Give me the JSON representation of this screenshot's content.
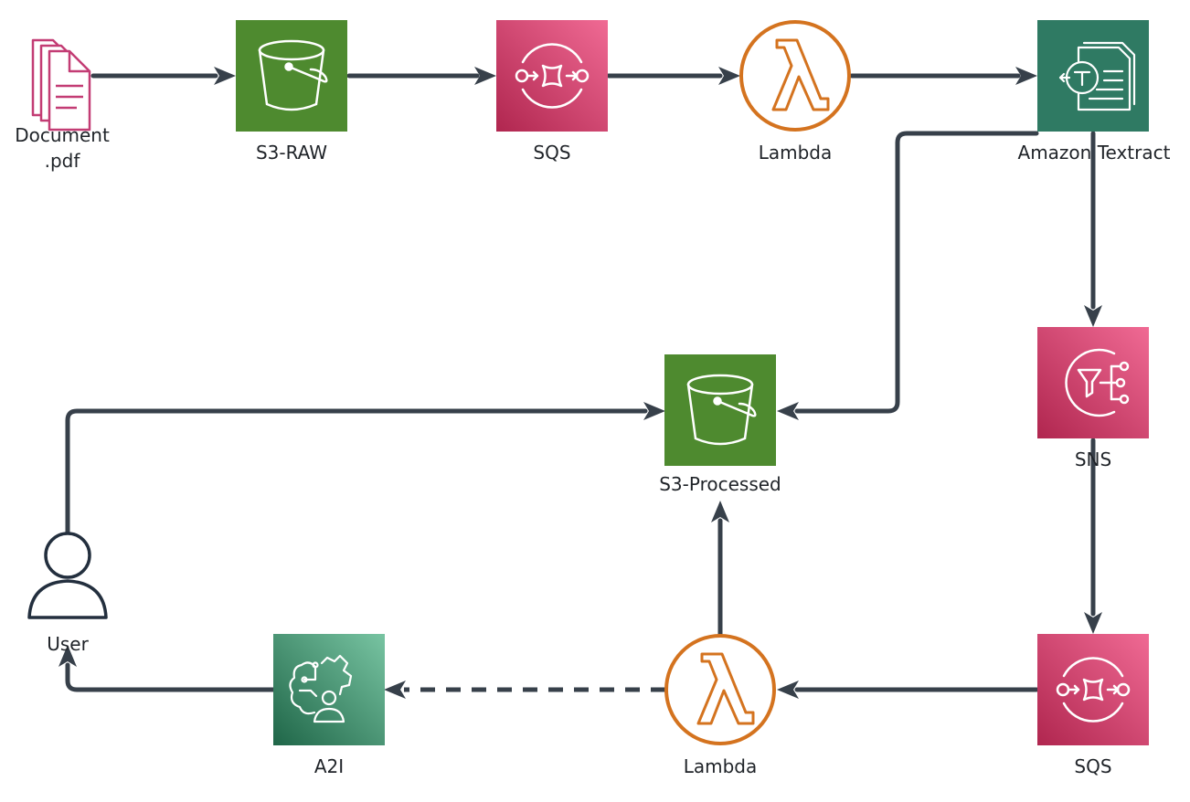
{
  "diagram": {
    "nodes": {
      "document": {
        "label": "Document\n.pdf",
        "icon": "document-stack-icon"
      },
      "s3_raw": {
        "label": "S3-RAW",
        "icon": "s3-bucket-icon"
      },
      "sqs_top": {
        "label": "SQS",
        "icon": "sqs-queue-icon"
      },
      "lambda_top": {
        "label": "Lambda",
        "icon": "lambda-icon"
      },
      "textract": {
        "label": "Amazon Textract",
        "icon": "textract-icon"
      },
      "sns": {
        "label": "SNS",
        "icon": "sns-icon"
      },
      "sqs_bottom": {
        "label": "SQS",
        "icon": "sqs-queue-icon"
      },
      "lambda_bottom": {
        "label": "Lambda",
        "icon": "lambda-icon"
      },
      "s3_processed": {
        "label": "S3-Processed",
        "icon": "s3-bucket-icon"
      },
      "a2i": {
        "label": "A2I",
        "icon": "a2i-icon"
      },
      "user": {
        "label": "User",
        "icon": "user-icon"
      }
    },
    "edges": [
      {
        "from": "document",
        "to": "s3_raw",
        "style": "solid"
      },
      {
        "from": "s3_raw",
        "to": "sqs_top",
        "style": "solid"
      },
      {
        "from": "sqs_top",
        "to": "lambda_top",
        "style": "solid"
      },
      {
        "from": "lambda_top",
        "to": "textract",
        "style": "solid"
      },
      {
        "from": "textract",
        "to": "sns",
        "style": "solid"
      },
      {
        "from": "textract",
        "to": "s3_processed",
        "style": "solid"
      },
      {
        "from": "sns",
        "to": "sqs_bottom",
        "style": "solid"
      },
      {
        "from": "sqs_bottom",
        "to": "lambda_bottom",
        "style": "solid"
      },
      {
        "from": "lambda_bottom",
        "to": "s3_processed",
        "style": "solid"
      },
      {
        "from": "lambda_bottom",
        "to": "a2i",
        "style": "dashed"
      },
      {
        "from": "a2i",
        "to": "user",
        "style": "solid"
      },
      {
        "from": "user",
        "to": "s3_processed",
        "style": "solid"
      }
    ],
    "colors": {
      "s3_green": "#4e8a2f",
      "app_integration_pink": "#d9467a",
      "lambda_orange": "#d4731f",
      "ml_teal": "#2f7a63",
      "connector": "#37404a",
      "document_pink": "#c33c74",
      "user_navy": "#232f3e"
    }
  }
}
